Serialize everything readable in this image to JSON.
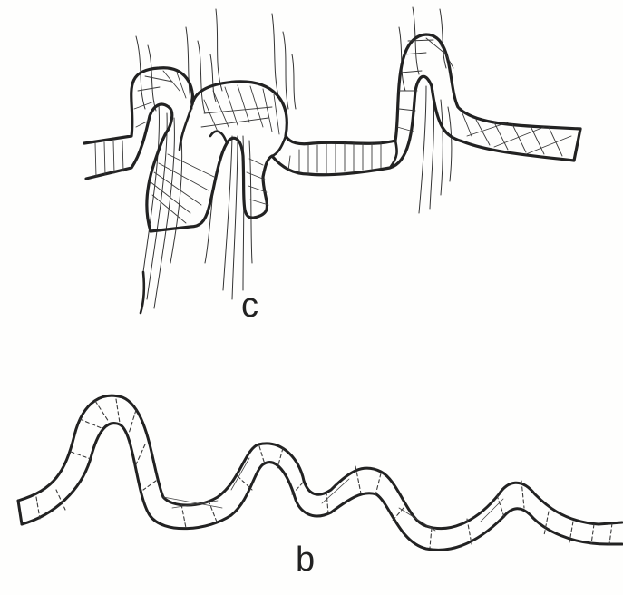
{
  "figure": {
    "panels": [
      {
        "id": "c",
        "label": "c"
      },
      {
        "id": "b",
        "label": "b"
      }
    ]
  },
  "colors": {
    "ink": "#222222",
    "hatch": "#3a3a3a",
    "paper": "#fefefd"
  }
}
